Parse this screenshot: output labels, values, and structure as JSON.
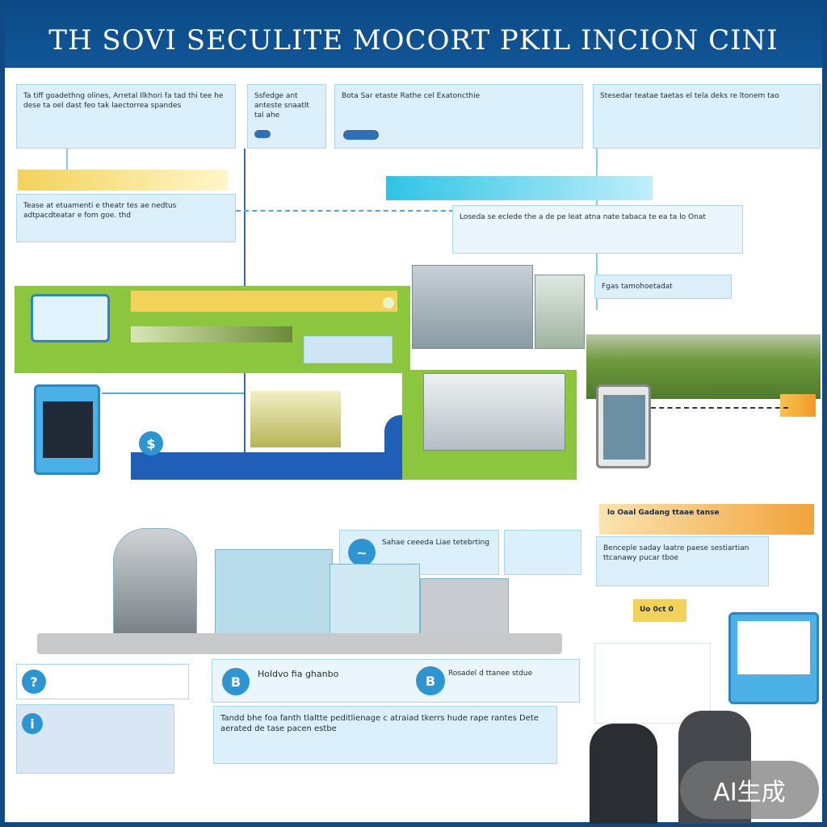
{
  "header": {
    "title": "TH SOVI SECULITE MOCORT PKIL INCION CINI"
  },
  "panels": {
    "top_left": "Ta tiff goadethng olines, Arretal Ilkhori  fa tad thi tee he dese ta oel dast feo   tak laectorrea   spandes",
    "top_mid": "Ssfedge ant anteste  snaatlt tal ahe",
    "top_center": "Bota Sar etaste Rathe  cel Exatoncthie",
    "top_right": "Stesedar  teatae taetas el tela deks re ltonem tao",
    "mid_left": "Tease at etuamenti e theatr tes ae nedtus adtpacdteatar e fom goe. thd",
    "mid_right": "Loseda se eclede the a de pe leat atna nate tabaca te ea ta lo Onat",
    "callout_label": "Fgas  tamohoetadat",
    "bottom_mid": "Sahae ceeeda Liae  tetebrting",
    "bottom_right": "Benceple saday laatre paese  sestiartian ttcanawy pucar tboe",
    "orange_label": "lo Oaal Gadang ttaae tanse",
    "bottom_b1": "Holdvo  fia ghanbo",
    "bottom_b2": "Rosadel d  ttanee stdue",
    "bottom_note": "Tandd bhe foa  fanth tlaltte peditlienage c atraiad tkerrs  hude rape rantes Dete aerated de tase pacen estbe",
    "sign_label": "Uo 0ct 0",
    "watermark": "AI生成"
  },
  "colors": {
    "header": "#0d4a86",
    "panel": "#dcf0fb",
    "green": "#8cc63f",
    "blue": "#1f5fb8",
    "orange": "#f19a2a"
  }
}
